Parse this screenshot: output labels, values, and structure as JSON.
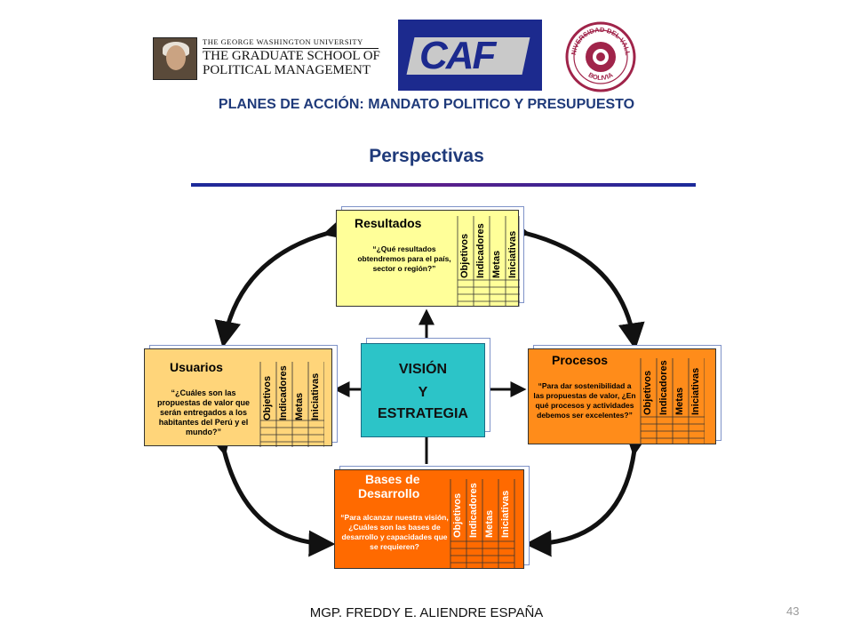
{
  "header": {
    "gwu_line1": "THE GEORGE WASHINGTON UNIVERSITY",
    "gwu_line2": "THE GRADUATE SCHOOL OF",
    "gwu_line3": "POLITICAL MANAGEMENT",
    "caf_text": "CAF",
    "uv_ring_top": "UNIVERSIDAD DEL VALLE",
    "uv_ring_bottom": "BOLIVIA",
    "title": "PLANES DE ACCIÓN: MANDATO POLITICO Y PRESUPUESTO",
    "subtitle": "Perspectivas"
  },
  "colors": {
    "title": "#1f3a7a",
    "resultados": "#ffff99",
    "usuarios": "#ffd57a",
    "procesos": "#ff8c1a",
    "bases": "#ff6a00",
    "vision": "#2cc4c8",
    "arrow": "#111111"
  },
  "matrix_columns": [
    "Objetivos",
    "Indicadores",
    "Metas",
    "Iniciativas"
  ],
  "center": {
    "line1": "VISIÓN",
    "line2": "Y",
    "line3": "ESTRATEGIA"
  },
  "resultados": {
    "title": "Resultados",
    "question": "“¿Qué resultados obtendremos para el país, sector o región?”"
  },
  "usuarios": {
    "title": "Usuarios",
    "question": "“¿Cuáles son las propuestas de valor que serán entregados a los habitantes del Perú y el mundo?”"
  },
  "procesos": {
    "title": "Procesos",
    "question": "“Para dar sostenibilidad a las propuestas de valor, ¿En qué procesos y actividades debemos ser excelentes?”"
  },
  "bases": {
    "title_line1": "Bases de",
    "title_line2": "Desarrollo",
    "question": "“Para alcanzar nuestra visión, ¿Cuáles son las bases de desarrollo y capacidades que se requieren?"
  },
  "footer": {
    "author": "MGP. FREDDY E. ALIENDRE ESPAÑA",
    "page": "43"
  }
}
